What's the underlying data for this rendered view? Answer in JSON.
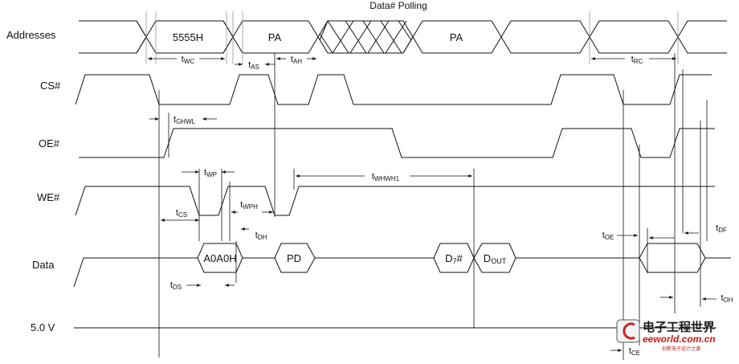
{
  "title": "Data# Polling",
  "signals": {
    "addresses": "Addresses",
    "cs": "CS#",
    "oe": "OE#",
    "we": "WE#",
    "data": "Data",
    "vcc": "5.0 V"
  },
  "address_values": {
    "a1": "5555H",
    "a2": "PA",
    "a3": "PA"
  },
  "data_values": {
    "d1": "A0A0H",
    "d2": "PD",
    "d3_main": "D",
    "d3_sub": "7",
    "d3_tail": "#",
    "d4_main": "D",
    "d4_sub": "OUT"
  },
  "timing": {
    "twc": {
      "main": "t",
      "sub": "WC"
    },
    "tas": {
      "main": "t",
      "sub": "AS"
    },
    "tah": {
      "main": "t",
      "sub": "AH"
    },
    "trc": {
      "main": "t",
      "sub": "RC"
    },
    "tghwl": {
      "main": "t",
      "sub": "GHWL"
    },
    "twp": {
      "main": "t",
      "sub": "WP"
    },
    "twhwh1": {
      "main": "t",
      "sub": "WHWH1"
    },
    "tcs": {
      "main": "t",
      "sub": "CS"
    },
    "twph": {
      "main": "t",
      "sub": "WPH"
    },
    "tdh": {
      "main": "t",
      "sub": "DH"
    },
    "tds": {
      "main": "t",
      "sub": "DS"
    },
    "toe": {
      "main": "t",
      "sub": "OE"
    },
    "tdf": {
      "main": "t",
      "sub": "DF"
    },
    "toh": {
      "main": "t",
      "sub": "OH"
    },
    "tce": {
      "main": "t",
      "sub": "CE"
    }
  },
  "watermark": {
    "brand": "电子工程世界",
    "site": "eeworld.com.cn",
    "tagline": "创新电子设计之源"
  }
}
